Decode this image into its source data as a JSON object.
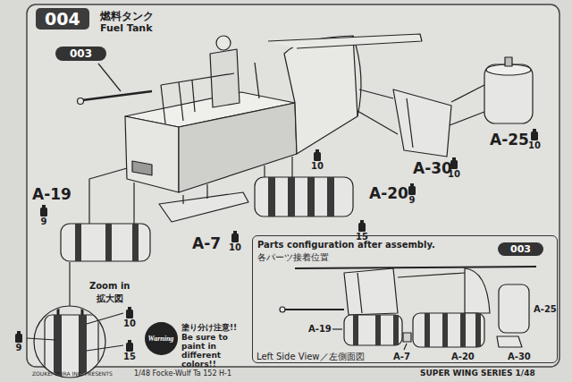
{
  "diagram": {
    "title": "燃料タンク",
    "nodes": [
      {
        "text": [
          "004"
        ]
      },
      {
        "text": [
          "003"
        ]
      },
      {
        "text": [
          "Warning"
        ]
      },
      {
        "text": [
          "Parts configuration after assembly.",
          "各パーツ接着位置"
        ]
      },
      {
        "text": [
          "003"
        ],
        "in": 3
      }
    ],
    "labels": [
      "Fuel Tank",
      "A-19",
      "9",
      "10",
      "A-20",
      "9",
      "15",
      "A-7",
      "10",
      "A-30",
      "10",
      "A-25",
      "10",
      "Zoom in",
      "拡大図",
      "10",
      "15",
      "9",
      "塗り分け注意!!",
      "Be sure to paint in different colors!!",
      "A-19",
      "A-7",
      "A-20",
      "A-25",
      "A-30",
      "Left Side View／左側面図",
      "ZOUKEI-MURA INC. PRESENTS",
      "1/48 Focke-Wulf Ta 152 H-1",
      "SUPER WING SERIES 1/48"
    ]
  }
}
